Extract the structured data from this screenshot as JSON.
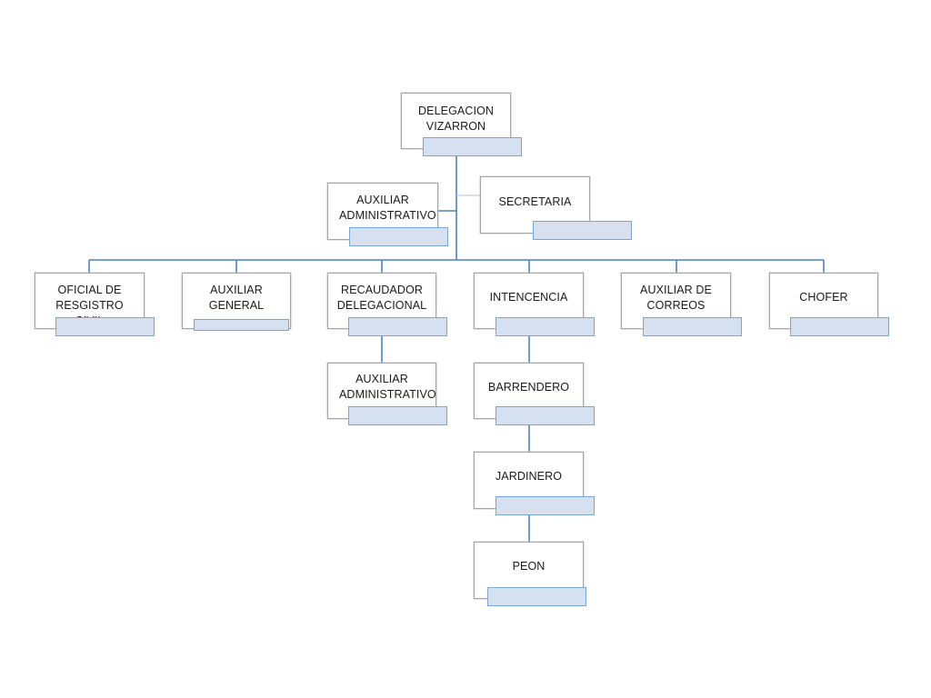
{
  "colors": {
    "connector": "#4f81bd",
    "box_border": "#a6a6a6",
    "tag_fill": "#d5e0f1",
    "tag_border": "#7ea4d3"
  },
  "nodes": {
    "delegacion": {
      "label": "DELEGACION VIZARRON"
    },
    "secretaria": {
      "label": "SECRETARIA"
    },
    "auxiliar_administrativo_top": {
      "label": "AUXILIAR ADMINISTRATIVO"
    },
    "oficial_registro_civil": {
      "label": "OFICIAL DE RESGISTRO CIVIL"
    },
    "auxiliar_general": {
      "label": "AUXILIAR GENERAL"
    },
    "recaudador": {
      "label": "RECAUDADOR DELEGACIONAL"
    },
    "intencencia": {
      "label": "INTENCENCIA"
    },
    "auxiliar_correos": {
      "label": "AUXILIAR DE CORREOS"
    },
    "chofer": {
      "label": "CHOFER"
    },
    "auxiliar_administrativo_sub": {
      "label": "AUXILIAR ADMINISTRATIVO"
    },
    "barrendero": {
      "label": "BARRENDERO"
    },
    "jardinero": {
      "label": "JARDINERO"
    },
    "peon": {
      "label": "PEON"
    }
  }
}
